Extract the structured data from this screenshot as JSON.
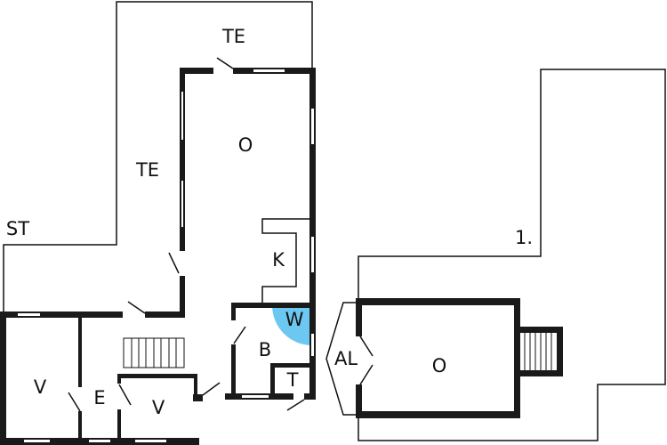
{
  "labels": {
    "terrace_top": "TE",
    "terrace_left": "TE",
    "living_main": "O",
    "st": "ST",
    "kitchen": "K",
    "w": "W",
    "bathroom": "B",
    "toilet": "T",
    "bedroom_left": "V",
    "entrance": "E",
    "bedroom_right": "V",
    "al": "AL",
    "living_annex": "O",
    "floor_number": "1."
  },
  "colors": {
    "wall": "#1a1a1a",
    "w_area": "#6cc8f0"
  }
}
